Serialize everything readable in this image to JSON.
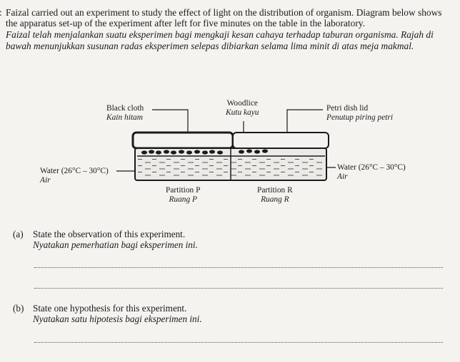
{
  "question": {
    "marker": ":",
    "intro_en": "Faizal carried out an experiment to study the effect of light on the distribution of organism. Diagram below shows the apparatus set-up of the experiment after left for five minutes on the table in the laboratory.",
    "intro_ms": "Faizal telah menjalankan suatu eksperimen bagi mengkaji kesan cahaya terhadap taburan organisma. Rajah di bawah menunjukkan susunan radas eksperimen selepas dibiarkan selama lima minit di atas meja makmal."
  },
  "diagram": {
    "black_cloth_en": "Black cloth",
    "black_cloth_ms": "Kain hitam",
    "woodlice_en": "Woodlice",
    "woodlice_ms": "Kutu kayu",
    "petri_lid_en": "Petri dish lid",
    "petri_lid_ms": "Penutup piring petri",
    "water_left_en": "Water (26°C – 30°C)",
    "water_left_ms": "Air",
    "water_right_en": "Water (26°C – 30°C)",
    "water_right_ms": "Air",
    "partition_p_en": "Partition P",
    "partition_p_ms": "Ruang P",
    "partition_r_en": "Partition R",
    "partition_r_ms": "Ruang R",
    "colors": {
      "ink": "#1a1a1a",
      "paper": "#f4f3ef",
      "water": "#e2e2de"
    }
  },
  "parts": [
    {
      "label": "(a)",
      "en": "State the observation of this experiment.",
      "ms": "Nyatakan pemerhatian bagi eksperimen ini."
    },
    {
      "label": "(b)",
      "en": "State one hypothesis for this experiment.",
      "ms": "Nyatakan satu hipotesis bagi eksperimen ini."
    }
  ]
}
